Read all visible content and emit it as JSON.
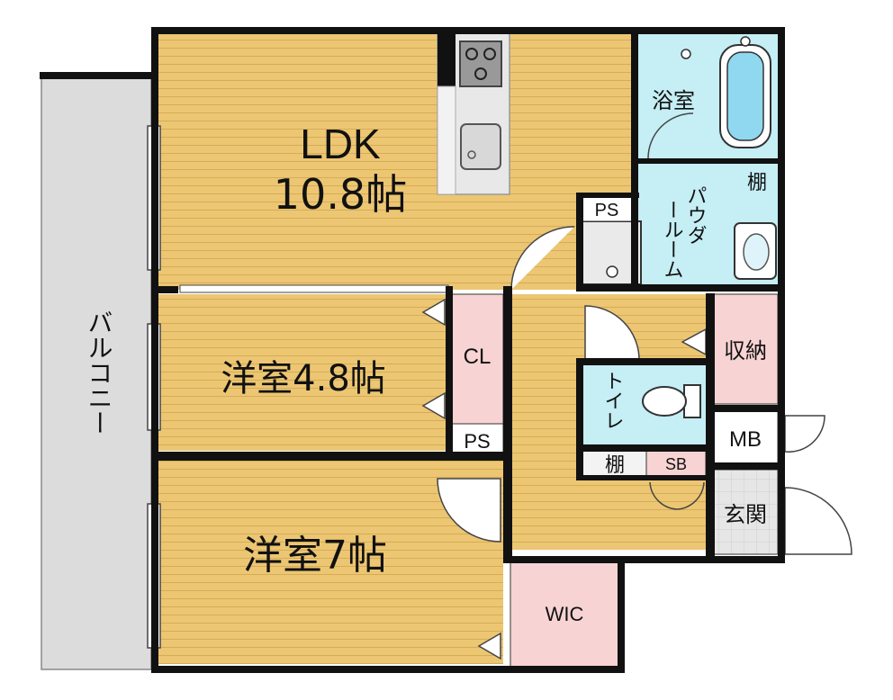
{
  "floorplan": {
    "colors": {
      "wall": "#111111",
      "wood": "#ecc673",
      "wood_stripe": "#d6ad55",
      "wet_area": "#c5eef5",
      "storage": "#f8d3d3",
      "balcony": "#dcdcdc",
      "entrance_tile": "#e6e6e6",
      "fixture": "#8fd8f0"
    },
    "rooms": {
      "ldk": {
        "name": "LDK",
        "size": "10.8帖"
      },
      "western_room_1": {
        "label": "洋室4.8帖"
      },
      "western_room_2": {
        "label": "洋室7帖"
      },
      "bathroom": {
        "label": "浴室"
      },
      "powder_room": {
        "line1": "パウダ",
        "line2": "ールーム"
      },
      "toilet": {
        "label": "トイレ"
      },
      "balcony": {
        "label": "バルコニー"
      },
      "entrance": {
        "label": "玄関"
      }
    },
    "storage": {
      "closet": "CL",
      "pipe_space_upper": "PS",
      "pipe_space_lower": "PS",
      "storage_room": "収納",
      "meter_box": "MB",
      "shelf_bath": "棚",
      "shelf_toilet": "棚",
      "shoe_box": "SB",
      "walk_in_closet": "WIC"
    }
  }
}
